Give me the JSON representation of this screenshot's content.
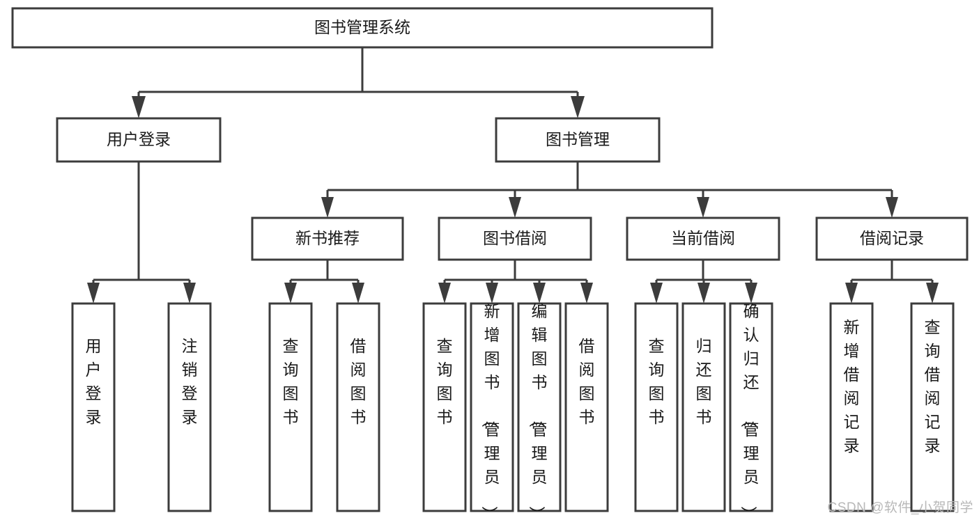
{
  "diagram": {
    "title": "图书管理系统",
    "type": "tree-hierarchy-diagram",
    "colors": {
      "box_stroke": "#3c3c3c",
      "box_fill": "#ffffff",
      "connector": "#3c3c3c",
      "text": "#1a1a1a",
      "background": "#ffffff",
      "watermark": "#b8b8b8"
    },
    "root": {
      "label": "图书管理系统"
    },
    "level2": [
      {
        "label": "用户登录"
      },
      {
        "label": "图书管理"
      }
    ],
    "level3": [
      {
        "label": "新书推荐"
      },
      {
        "label": "图书借阅"
      },
      {
        "label": "当前借阅"
      },
      {
        "label": "借阅记录"
      }
    ],
    "leaves": {
      "user_login": [
        {
          "label": "用户登录"
        },
        {
          "label": "注销登录"
        }
      ],
      "new_book_recommend": [
        {
          "label": "查询图书"
        },
        {
          "label": "借阅图书"
        }
      ],
      "book_borrow": [
        {
          "label": "查询图书"
        },
        {
          "label": "新增图书（管理员）"
        },
        {
          "label": "编辑图书（管理员）"
        },
        {
          "label": "借阅图书"
        }
      ],
      "current_borrow": [
        {
          "label": "查询图书"
        },
        {
          "label": "归还图书"
        },
        {
          "label": "确认归还（管理员）"
        }
      ],
      "borrow_record": [
        {
          "label": "新增借阅记录"
        },
        {
          "label": "查询借阅记录"
        }
      ]
    },
    "watermark": "CSDN @软件_小贺同学"
  }
}
